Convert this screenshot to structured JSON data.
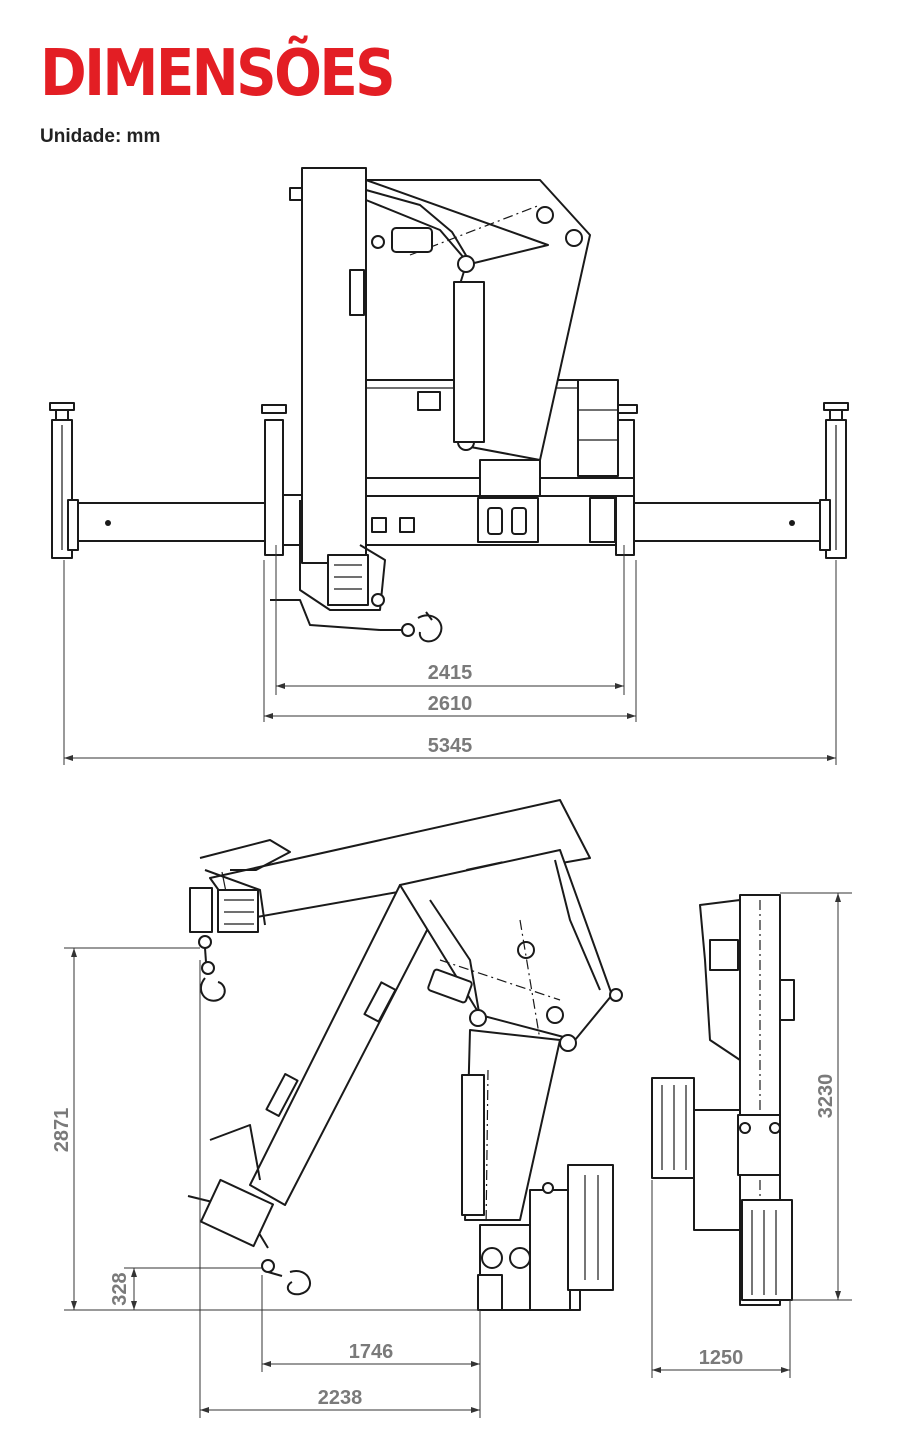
{
  "header": {
    "title": "DIMENSÕES",
    "unit_label": "Unidade: mm"
  },
  "front_view": {
    "dimensions": [
      "2415",
      "2610",
      "5345"
    ]
  },
  "side_view": {
    "dimensions": [
      "2871",
      "328",
      "1746",
      "2238"
    ]
  },
  "rear_view": {
    "dimensions": [
      "3230",
      "1250"
    ]
  },
  "colors": {
    "title": "#e31e24",
    "dimension_text": "#7a7a7a",
    "line": "#1a1a1a"
  }
}
